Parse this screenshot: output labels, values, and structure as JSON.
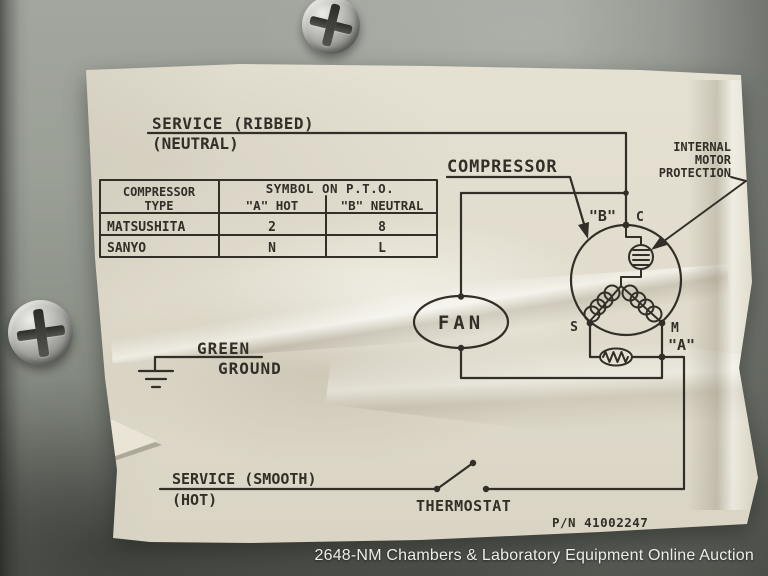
{
  "banner": {
    "text": "2648-NM Chambers & Laboratory Equipment Online Auction"
  },
  "diagram": {
    "service_neutral_line1": "SERVICE (RIBBED)",
    "service_neutral_line2": "(NEUTRAL)",
    "service_hot_line1": "SERVICE (SMOOTH)",
    "service_hot_line2": "(HOT)",
    "ground_line1": "GREEN",
    "ground_line2": "GROUND",
    "compressor_label": "COMPRESSOR",
    "fan_label": "FAN",
    "thermostat_label": "THERMOSTAT",
    "protection_line1": "INTERNAL",
    "protection_line2": "MOTOR",
    "protection_line3": "PROTECTION",
    "part_number": "P/N 41002247",
    "terminals": {
      "b": "\"B\"",
      "c": "C",
      "s": "S",
      "m": "M",
      "a": "\"A\""
    },
    "table": {
      "header_type_line1": "COMPRESSOR",
      "header_type_line2": "TYPE",
      "header_symbol": "SYMBOL ON P.T.O.",
      "header_a": "\"A\" HOT",
      "header_b": "\"B\" NEUTRAL",
      "rows": [
        {
          "type": "MATSUSHITA",
          "a": "2",
          "b": "8"
        },
        {
          "type": "SANYO",
          "a": "N",
          "b": "L"
        }
      ]
    }
  },
  "colors": {
    "ink": "#332f28",
    "paper": "#e0dbcc",
    "panel": "#8f948c",
    "banner_text": "#eceeea"
  }
}
